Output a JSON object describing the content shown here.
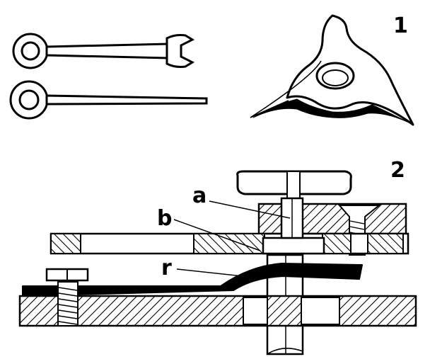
{
  "figure_numbers": {
    "fig1": "1",
    "fig2": "2"
  },
  "labels": {
    "a": "a",
    "b": "b",
    "r": "r"
  },
  "icons": {
    "tool_open_end": "open-end-wrench-icon",
    "tool_pin": "eye-pin-tool-icon",
    "knob": "three-lobed-wing-nut-icon"
  },
  "colors": {
    "ink": "#000000",
    "paper": "#ffffff"
  }
}
